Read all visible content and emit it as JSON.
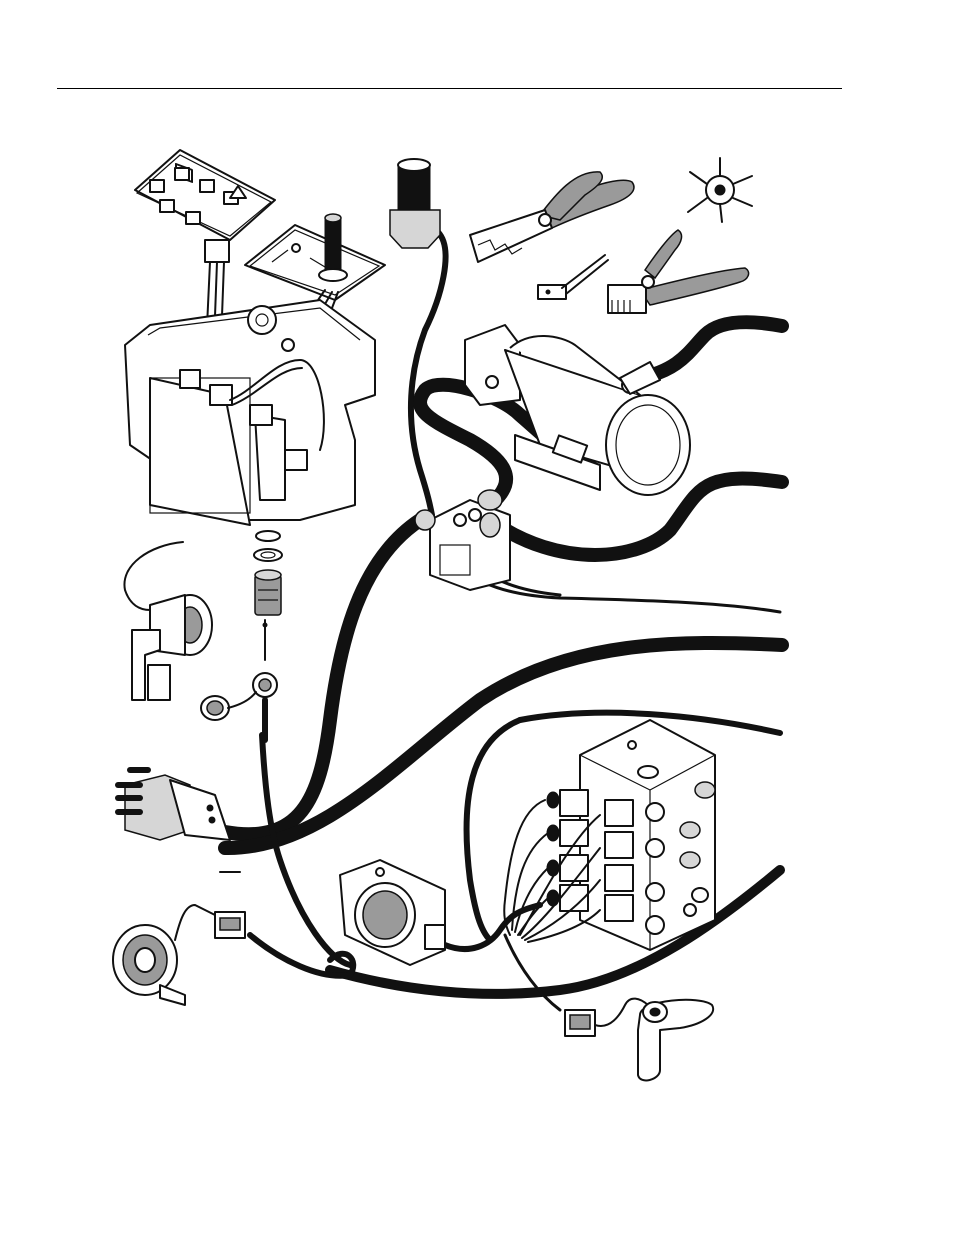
{
  "page": {
    "background": "#ffffff",
    "line_color": "#111111"
  },
  "components": [
    {
      "id": "control-box",
      "icon": "control-box-icon"
    },
    {
      "id": "keypad-overlay",
      "icon": "keypad-icon"
    },
    {
      "id": "joystick",
      "icon": "joystick-icon"
    },
    {
      "id": "beacon-light",
      "icon": "beacon-icon"
    },
    {
      "id": "crimp-tool",
      "icon": "crimp-pliers-icon"
    },
    {
      "id": "pin-extraction-tool",
      "icon": "extraction-tool-icon"
    },
    {
      "id": "wire-stripper",
      "icon": "wire-stripper-icon"
    },
    {
      "id": "star-tool",
      "icon": "star-wrench-icon"
    },
    {
      "id": "pump-motor",
      "icon": "pump-motor-icon"
    },
    {
      "id": "alarm-horn",
      "icon": "alarm-icon"
    },
    {
      "id": "bulkhead-connector",
      "icon": "connector-icon"
    },
    {
      "id": "battery-connector",
      "icon": "battery-connector-icon"
    },
    {
      "id": "horn",
      "icon": "horn-icon"
    },
    {
      "id": "backup-alarm",
      "icon": "backup-alarm-icon"
    },
    {
      "id": "valve-manifold",
      "icon": "valve-manifold-icon"
    },
    {
      "id": "pressure-switch",
      "icon": "pressure-switch-icon"
    }
  ]
}
